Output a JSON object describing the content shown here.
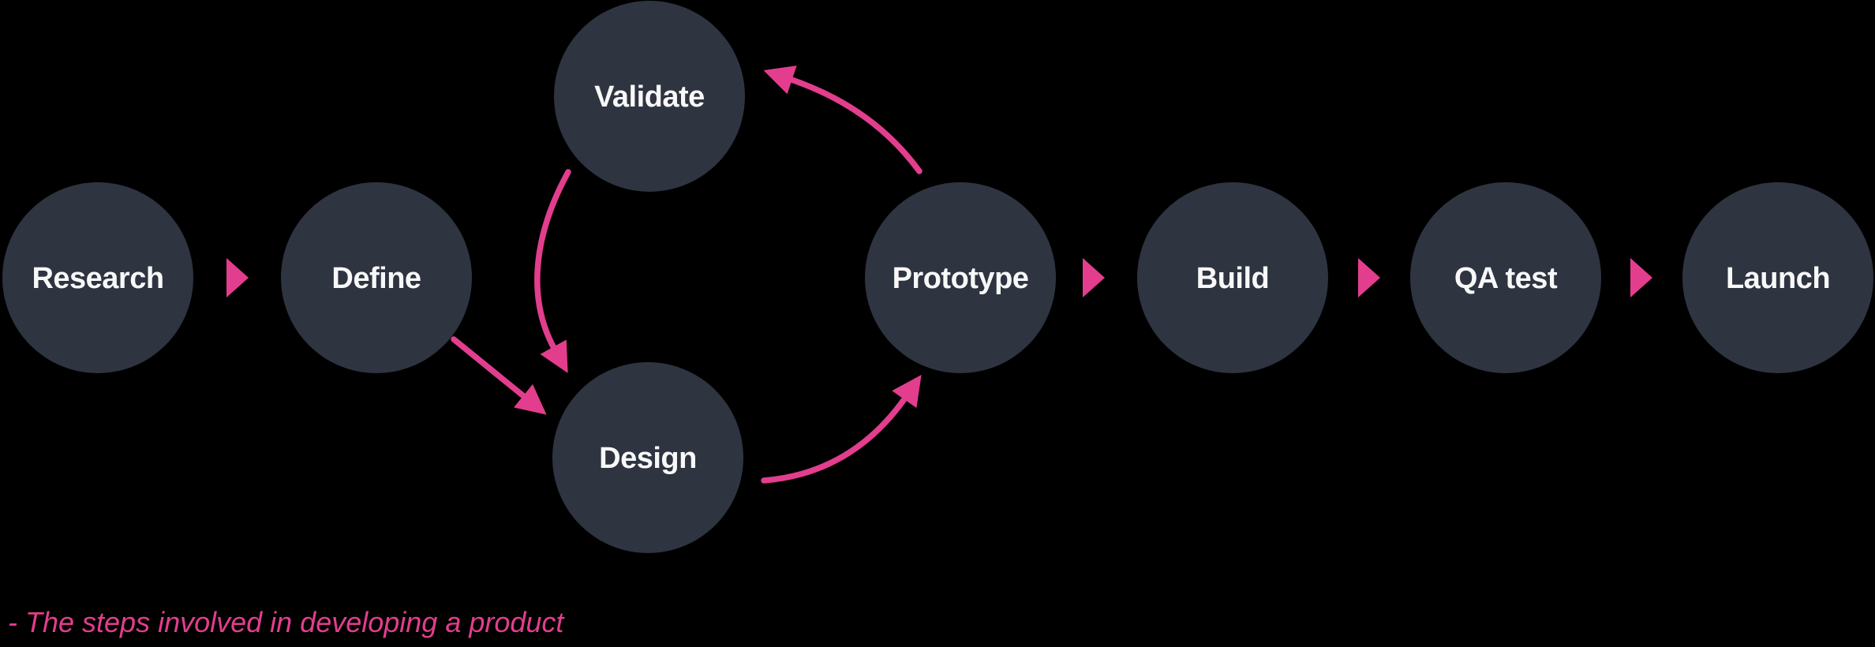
{
  "diagram": {
    "type": "flowchart",
    "caption": "- The steps involved in developing a product",
    "nodes": [
      {
        "id": "research",
        "label": "Research"
      },
      {
        "id": "define",
        "label": "Define"
      },
      {
        "id": "validate",
        "label": "Validate"
      },
      {
        "id": "design",
        "label": "Design"
      },
      {
        "id": "prototype",
        "label": "Prototype"
      },
      {
        "id": "build",
        "label": "Build"
      },
      {
        "id": "qa-test",
        "label": "QA test"
      },
      {
        "id": "launch",
        "label": "Launch"
      }
    ],
    "edges": [
      {
        "from": "Research",
        "to": "Define",
        "style": "triangle"
      },
      {
        "from": "Define",
        "to": "Design",
        "style": "straight-arrow"
      },
      {
        "from": "Validate",
        "to": "Design",
        "style": "curved-arrow"
      },
      {
        "from": "Design",
        "to": "Prototype",
        "style": "curved-arrow"
      },
      {
        "from": "Prototype",
        "to": "Validate",
        "style": "curved-arrow"
      },
      {
        "from": "Prototype",
        "to": "Build",
        "style": "triangle"
      },
      {
        "from": "Build",
        "to": "QA test",
        "style": "triangle"
      },
      {
        "from": "QA test",
        "to": "Launch",
        "style": "triangle"
      }
    ],
    "colors": {
      "background": "#000000",
      "node_fill": "#2E3440",
      "node_text": "#F8F8F9",
      "accent_pink": "#E23E8D"
    }
  }
}
